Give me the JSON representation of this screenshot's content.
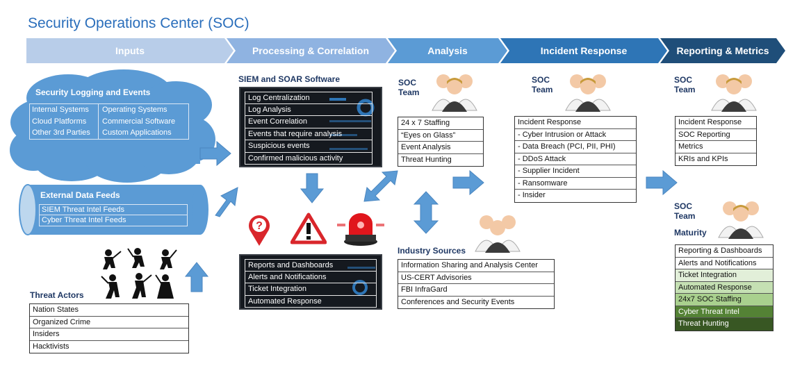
{
  "title": "Security Operations Center (SOC)",
  "phases": [
    "Inputs",
    "Processing & Correlation",
    "Analysis",
    "Incident Response",
    "Reporting & Metrics"
  ],
  "logging": {
    "title": "Security Logging and Events",
    "left": [
      "Internal Systems",
      "Cloud Platforms",
      "Other 3rd Parties"
    ],
    "right": [
      "Operating Systems",
      "Commercial Software",
      "Custom Applications"
    ]
  },
  "feeds": {
    "title": "External Data Feeds",
    "items": [
      "SIEM Threat Intel Feeds",
      "Cyber Threat Intel Feeds"
    ]
  },
  "threat_actors": {
    "title": "Threat Actors",
    "items": [
      "Nation States",
      "Organized Crime",
      "Insiders",
      "Hacktivists"
    ]
  },
  "siem": {
    "title": "SIEM and SOAR Software",
    "items": [
      "Log Centralization",
      "Log Analysis",
      "Event Correlation",
      "Events that require analysis",
      "Suspicious events",
      "Confirmed malicious activity"
    ]
  },
  "outputs": {
    "items": [
      "Reports and Dashboards",
      "Alerts and Notifications",
      "Ticket Integration",
      "Automated Response"
    ]
  },
  "analysis": {
    "team_label": "SOC Team",
    "items": [
      "24 x 7 Staffing",
      "“Eyes on Glass”",
      "Event Analysis",
      "Threat Hunting"
    ]
  },
  "industry": {
    "title": "Industry Sources",
    "items": [
      "Information Sharing and Analysis Center",
      "US-CERT Advisories",
      "FBI InfraGard",
      "Conferences and Security Events"
    ]
  },
  "incident": {
    "team_label": "SOC Team",
    "items": [
      "Incident Response",
      "- Cyber Intrusion or Attack",
      "- Data Breach (PCI, PII, PHI)",
      "- DDoS Attack",
      "- Supplier Incident",
      "- Ransomware",
      "- Insider"
    ]
  },
  "reporting": {
    "team_label": "SOC Team",
    "items": [
      "Incident Response",
      "SOC Reporting",
      "Metrics",
      "KRIs and KPIs"
    ]
  },
  "maturity": {
    "team_label": "SOC Team",
    "title": "Maturity",
    "items": [
      "Reporting & Dashboards",
      "Alerts and Notifications",
      "Ticket Integration",
      "Automated Response",
      "24x7 SOC Staffing",
      "Cyber Threat Intel",
      "Threat Hunting"
    ],
    "colors": [
      "#ffffff",
      "#ffffff",
      "#e2efd9",
      "#c5e0b3",
      "#a9d08e",
      "#548235",
      "#385723"
    ],
    "text_colors": [
      "#111111",
      "#111111",
      "#111111",
      "#111111",
      "#111111",
      "#ffffff",
      "#ffffff"
    ]
  }
}
